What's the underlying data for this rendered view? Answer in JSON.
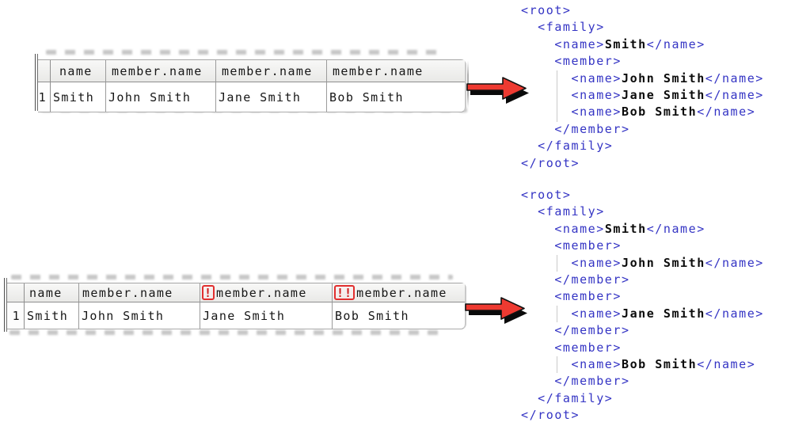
{
  "palette": {
    "xml_tag_blue": "#3434c4",
    "xml_text_black": "#0b0b0b",
    "badge_red": "#e12f2f",
    "arrow_red": "#ee3a31",
    "arrow_shadow_black": "#0a0a0a",
    "indent_guide_gray": "#c9c9c9",
    "table_border_gray": "#9b9b9b"
  },
  "icons": {
    "transform_arrow": "red-right-arrow",
    "warning_badge": "red-boxed-exclamation"
  },
  "example_top": {
    "table": {
      "row_number": "1",
      "headers": [
        {
          "label": "name",
          "badge": ""
        },
        {
          "label": "member.name",
          "badge": ""
        },
        {
          "label": "member.name",
          "badge": ""
        },
        {
          "label": "member.name",
          "badge": ""
        }
      ],
      "cells": [
        "Smith",
        "John Smith",
        "Jane Smith",
        "Bob Smith"
      ]
    },
    "xml_lines": [
      [
        {
          "k": "tag",
          "s": "<root>"
        }
      ],
      [
        {
          "k": "tag",
          "s": "  <family>"
        }
      ],
      [
        {
          "k": "tag",
          "s": "    <name>"
        },
        {
          "k": "txt",
          "s": "Smith"
        },
        {
          "k": "tag",
          "s": "</name>"
        }
      ],
      [
        {
          "k": "tag",
          "s": "    <member>"
        }
      ],
      [
        {
          "k": "tag",
          "s": "      <name>"
        },
        {
          "k": "txt",
          "s": "John Smith"
        },
        {
          "k": "tag",
          "s": "</name>"
        }
      ],
      [
        {
          "k": "tag",
          "s": "      <name>"
        },
        {
          "k": "txt",
          "s": "Jane Smith"
        },
        {
          "k": "tag",
          "s": "</name>"
        }
      ],
      [
        {
          "k": "tag",
          "s": "      <name>"
        },
        {
          "k": "txt",
          "s": "Bob Smith"
        },
        {
          "k": "tag",
          "s": "</name>"
        }
      ],
      [
        {
          "k": "tag",
          "s": "    </member>"
        }
      ],
      [
        {
          "k": "tag",
          "s": "  </family>"
        }
      ],
      [
        {
          "k": "tag",
          "s": "</root>"
        }
      ]
    ]
  },
  "example_bottom": {
    "table": {
      "row_number": "1",
      "headers": [
        {
          "label": "name",
          "badge": ""
        },
        {
          "label": "member.name",
          "badge": ""
        },
        {
          "label": "member.name",
          "badge": "!"
        },
        {
          "label": "member.name",
          "badge": "!!"
        }
      ],
      "cells": [
        "Smith",
        "John Smith",
        "Jane Smith",
        "Bob Smith"
      ]
    },
    "xml_lines": [
      [
        {
          "k": "tag",
          "s": "<root>"
        }
      ],
      [
        {
          "k": "tag",
          "s": "  <family>"
        }
      ],
      [
        {
          "k": "tag",
          "s": "    <name>"
        },
        {
          "k": "txt",
          "s": "Smith"
        },
        {
          "k": "tag",
          "s": "</name>"
        }
      ],
      [
        {
          "k": "tag",
          "s": "    <member>"
        }
      ],
      [
        {
          "k": "tag",
          "s": "      <name>"
        },
        {
          "k": "txt",
          "s": "John Smith"
        },
        {
          "k": "tag",
          "s": "</name>"
        }
      ],
      [
        {
          "k": "tag",
          "s": "    </member>"
        }
      ],
      [
        {
          "k": "tag",
          "s": "    <member>"
        }
      ],
      [
        {
          "k": "tag",
          "s": "      <name>"
        },
        {
          "k": "txt",
          "s": "Jane Smith"
        },
        {
          "k": "tag",
          "s": "</name>"
        }
      ],
      [
        {
          "k": "tag",
          "s": "    </member>"
        }
      ],
      [
        {
          "k": "tag",
          "s": "    <member>"
        }
      ],
      [
        {
          "k": "tag",
          "s": "      <name>"
        },
        {
          "k": "txt",
          "s": "Bob Smith"
        },
        {
          "k": "tag",
          "s": "</name>"
        }
      ],
      [
        {
          "k": "tag",
          "s": "    </member>"
        }
      ],
      [
        {
          "k": "tag",
          "s": "  </family>"
        }
      ],
      [
        {
          "k": "tag",
          "s": "</root>"
        }
      ]
    ]
  }
}
